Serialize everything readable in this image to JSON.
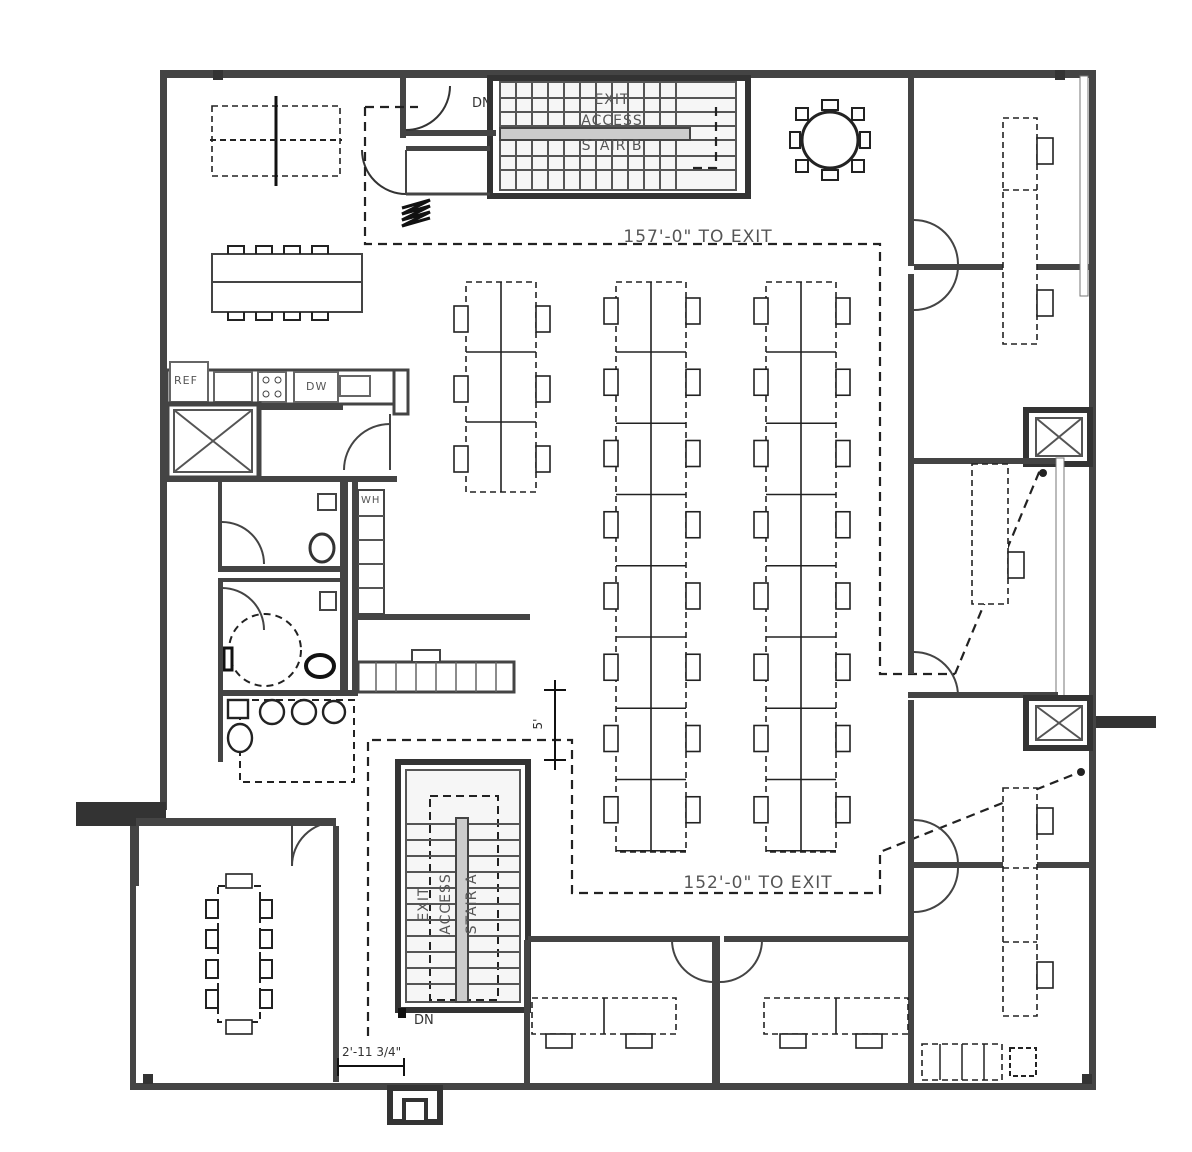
{
  "labels": {
    "stair_b_line1": "EXIT",
    "stair_b_line2": "ACCESS",
    "stair_b_line3": "STAIR B",
    "stair_a_line1": "EXIT",
    "stair_a_line2": "ACCESS",
    "stair_a_line3": "STAIR A",
    "dn_top": "DN",
    "dn_bottom": "DN",
    "exit_path_top": "157'-0\" TO EXIT",
    "exit_path_bottom": "152'-0\" TO EXIT",
    "dim_width": "2'-11 3/4\"",
    "dim_vertical": "5'",
    "ref": "REF",
    "dw": "DW",
    "wh": "WH"
  },
  "colors": {
    "wall": "#333333",
    "line": "#222222",
    "label": "#555555",
    "stair_fill": "#d9d9d9",
    "background": "#ffffff"
  },
  "icons": {
    "elevator": "x-box",
    "toilet": "oval",
    "door": "arc-swing"
  }
}
